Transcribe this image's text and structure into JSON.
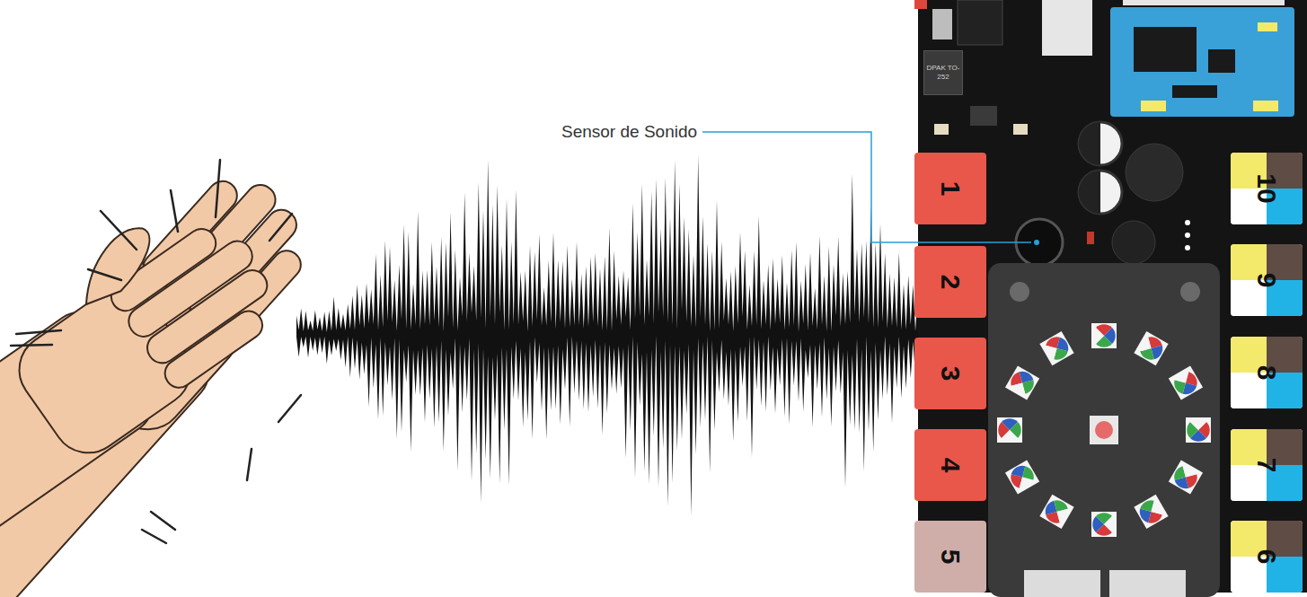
{
  "diagram": {
    "nodes": [
      {
        "text": [
          "DPAK TO-252"
        ]
      },
      {
        "text": [
          "1"
        ]
      },
      {
        "text": [
          "2"
        ]
      },
      {
        "text": [
          "3"
        ]
      },
      {
        "text": [
          "4"
        ]
      },
      {
        "text": [
          "5"
        ]
      },
      {
        "text": [
          "10"
        ]
      },
      {
        "text": [
          "9"
        ]
      },
      {
        "text": [
          "8"
        ]
      },
      {
        "text": [
          "7"
        ]
      },
      {
        "text": [
          "6"
        ]
      }
    ],
    "labels": [
      "Sensor de Sonido"
    ]
  }
}
